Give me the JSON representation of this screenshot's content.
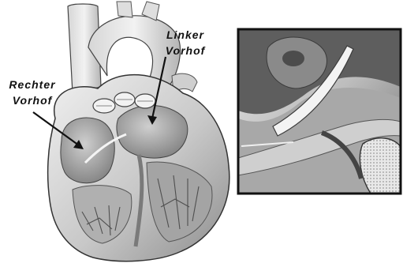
{
  "labels": {
    "left_atrium": {
      "line1": "Linker",
      "line2": "Vorhof"
    },
    "right_atrium": {
      "line1": "Rechter",
      "line2": "Vorhof"
    }
  },
  "colors": {
    "background": "#ffffff",
    "tissue_light": "#d9d9d9",
    "tissue_mid": "#a9a9a9",
    "tissue_dark": "#555555",
    "outline": "#333333",
    "label_text": "#111111"
  },
  "icons": {
    "left_arrow": "arrow-pointer",
    "right_arrow": "arrow-pointer",
    "catheter": "catheter-tube"
  }
}
